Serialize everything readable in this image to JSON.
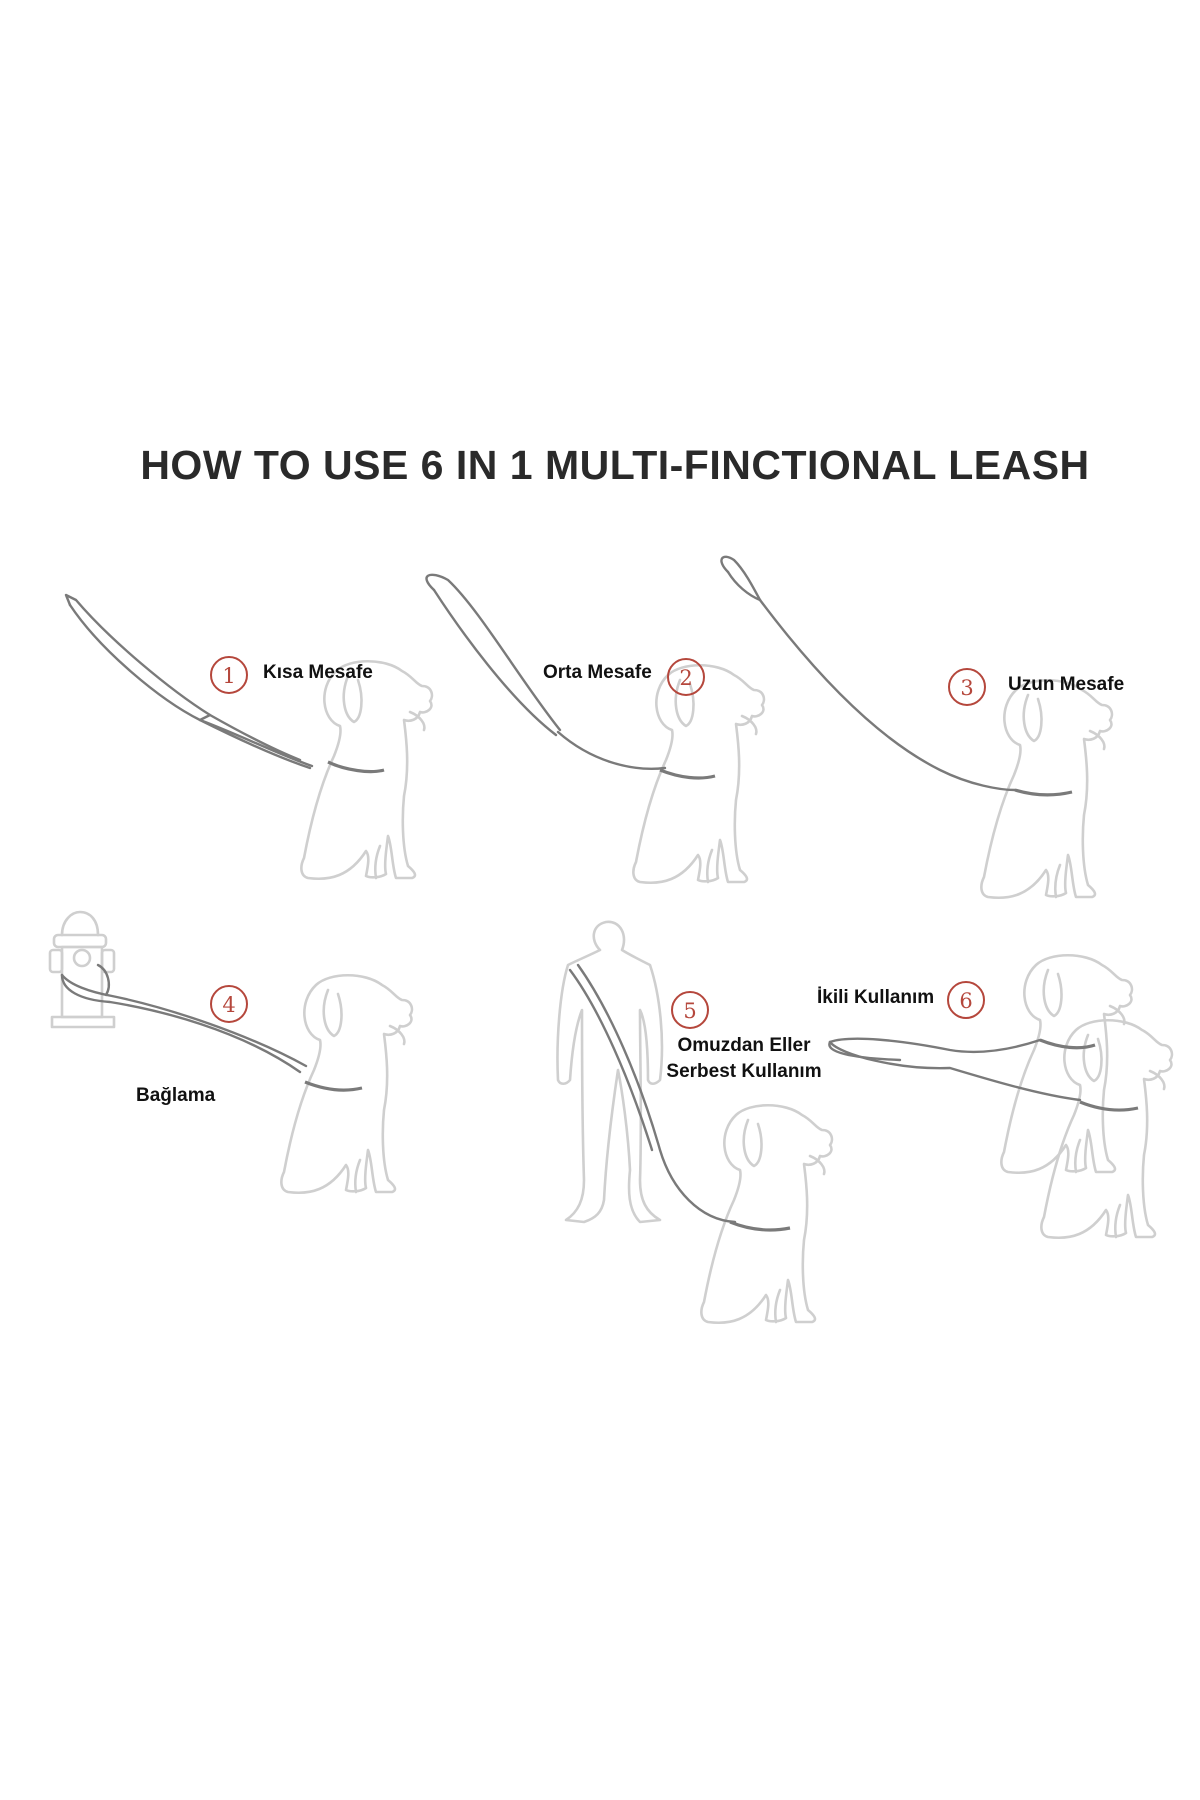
{
  "title": "HOW TO USE 6 IN 1 MULTI-FINCTIONAL LEASH",
  "colors": {
    "badge": "#b5473c",
    "leash": "#7a7a7a",
    "figure": "#cfcfcf",
    "text": "#111111"
  },
  "steps": [
    {
      "number": "1",
      "label": "Kısa Mesafe"
    },
    {
      "number": "2",
      "label": "Orta Mesafe"
    },
    {
      "number": "3",
      "label": "Uzun Mesafe"
    },
    {
      "number": "4",
      "label": "Bağlama"
    },
    {
      "number": "5",
      "label_line1": "Omuzdan Eller",
      "label_line2": "Serbest Kullanım"
    },
    {
      "number": "6",
      "label": "İkili Kullanım"
    }
  ],
  "icons": [
    "dog-icon",
    "fire-hydrant-icon",
    "person-icon",
    "leash-icon"
  ]
}
